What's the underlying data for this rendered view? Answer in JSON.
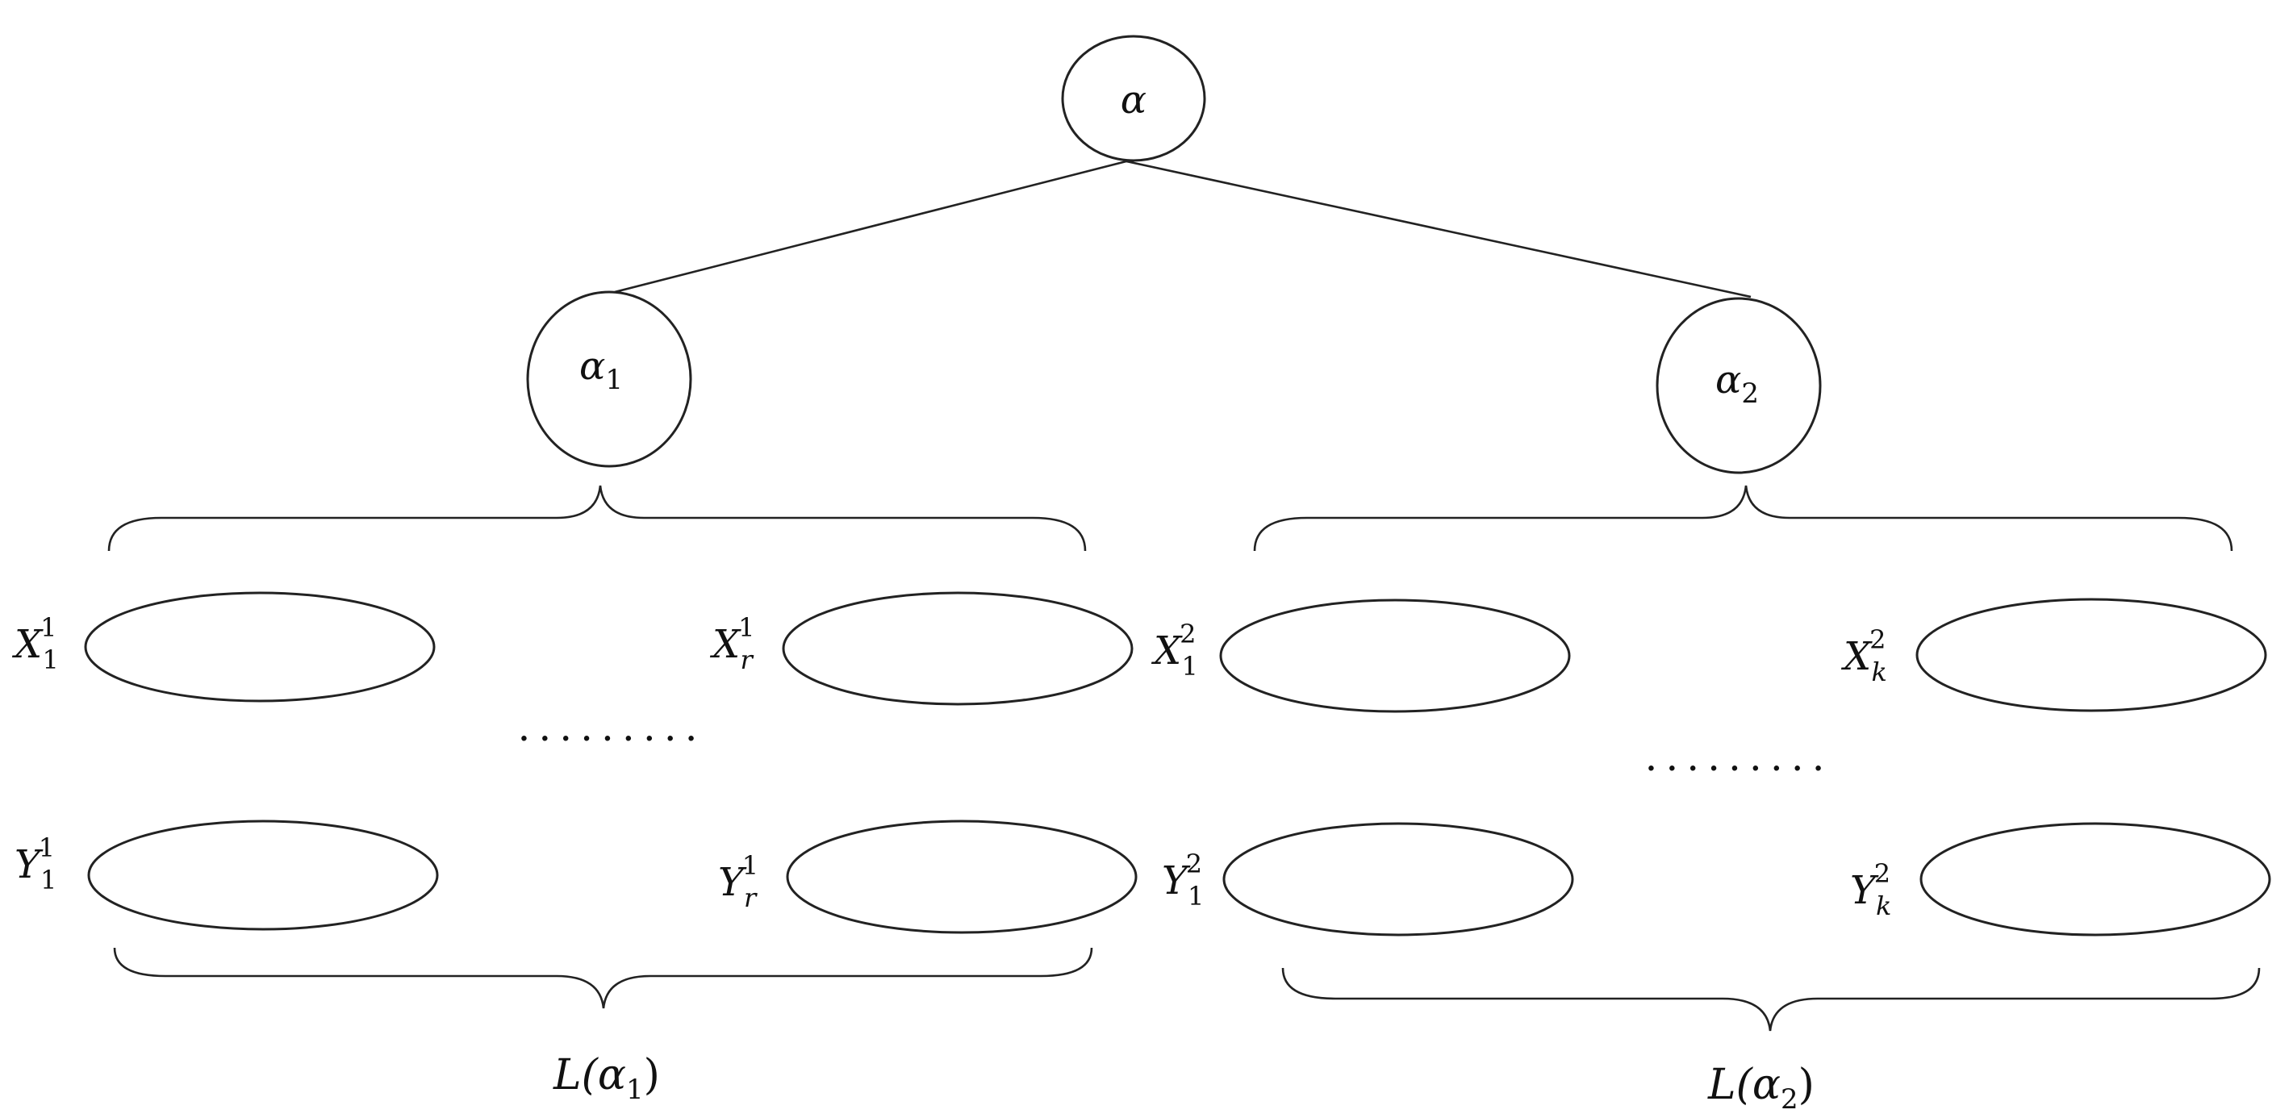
{
  "nodes": {
    "root": {
      "base": "α",
      "sub": ""
    },
    "left": {
      "base": "α",
      "sub": "1"
    },
    "right": {
      "base": "α",
      "sub": "2"
    }
  },
  "left_group": {
    "x_first": {
      "base": "X",
      "sub": "1",
      "sup": "1"
    },
    "x_last": {
      "base": "X",
      "sub": "r",
      "sup": "1"
    },
    "y_first": {
      "base": "Y",
      "sub": "1",
      "sup": "1"
    },
    "y_last": {
      "base": "Y",
      "sub": "r",
      "sup": "1"
    },
    "dots": ".........",
    "label": {
      "pre": "L(",
      "base": "α",
      "sub": "1",
      "post": ")"
    }
  },
  "right_group": {
    "x_first": {
      "base": "X",
      "sub": "1",
      "sup": "2"
    },
    "x_last": {
      "base": "X",
      "sub": "k",
      "sup": "2"
    },
    "y_first": {
      "base": "Y",
      "sub": "1",
      "sup": "2"
    },
    "y_last": {
      "base": "Y",
      "sub": "k",
      "sup": "2"
    },
    "dots": ".........",
    "label": {
      "pre": "L(",
      "base": "α",
      "sub": "2",
      "post": ")"
    }
  }
}
